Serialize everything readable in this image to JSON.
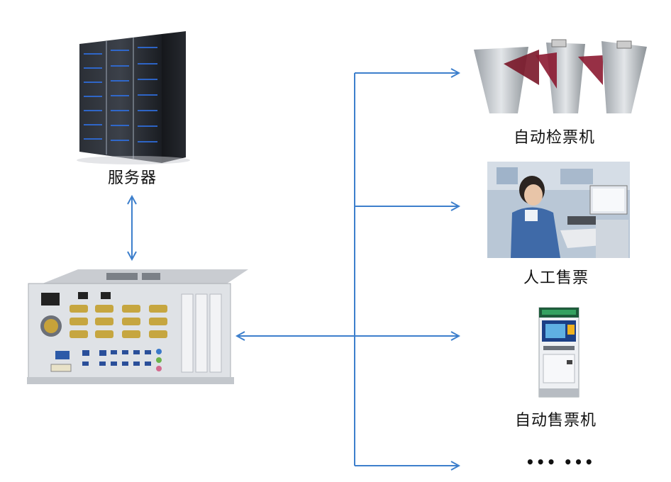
{
  "nodes": {
    "server": {
      "label": "服务器",
      "icon": "server-rack-icon"
    },
    "industrial_pc": {
      "icon": "industrial-computer-icon"
    },
    "gate": {
      "label": "自动检票机",
      "icon": "ticket-gate-icon"
    },
    "counter": {
      "label": "人工售票",
      "icon": "ticket-counter-photo"
    },
    "vending": {
      "label": "自动售票机",
      "icon": "ticket-vending-machine-icon"
    },
    "more": {
      "label": "••• •••"
    }
  },
  "colors": {
    "arrow": "#3d7fcc"
  }
}
